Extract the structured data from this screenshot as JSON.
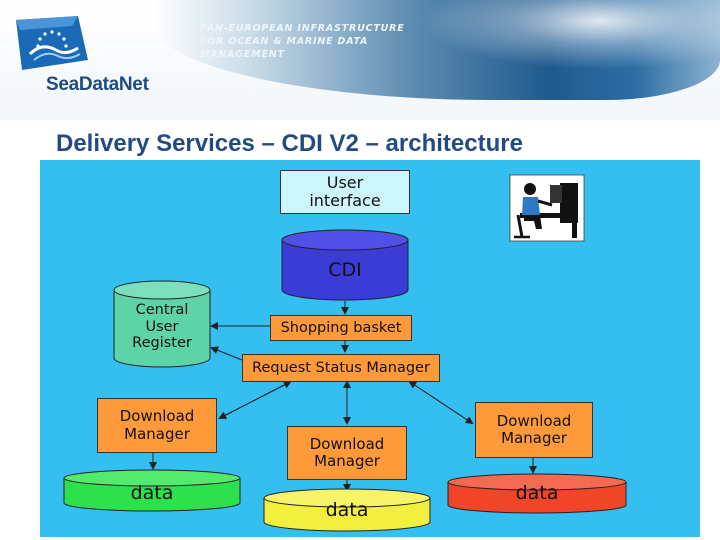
{
  "header": {
    "tagline_lines": [
      "PAN-EUROPEAN INFRASTRUCTURE",
      "FOR OCEAN & MARINE DATA",
      "MANAGEMENT"
    ],
    "logo_text": "SeaDataNet"
  },
  "slide": {
    "title": "Delivery Services – CDI V2 – architecture"
  },
  "diagram": {
    "user_interface": "User\ninterface",
    "cdi": "CDI",
    "central_user_register": "Central\nUser\nRegister",
    "shopping_basket": "Shopping basket",
    "request_status_manager": "Request Status Manager",
    "download_manager_left": "Download\nManager",
    "download_manager_center": "Download\nManager",
    "download_manager_right": "Download\nManager",
    "data_left": "data",
    "data_center": "data",
    "data_right": "data",
    "colors": {
      "background": "#35bff0",
      "user_interface": "#ccf5fc",
      "cdi": "#3b3bd6",
      "central_user_register": "#5fd3a8",
      "orange_box": "#ff9a3a",
      "data_left": "#2ee04e",
      "data_center": "#f2ef3e",
      "data_right": "#f04528"
    }
  }
}
